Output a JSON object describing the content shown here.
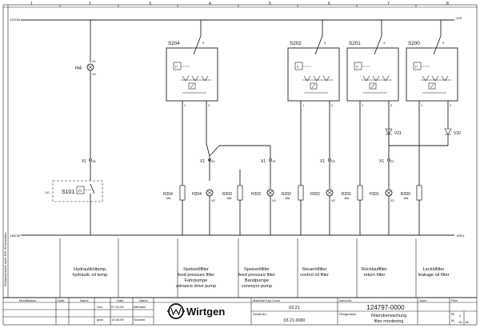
{
  "columns": [
    "1",
    "2",
    "3",
    "4",
    "5",
    "6",
    "7",
    "8"
  ],
  "rails": {
    "top_left": "12S/3A",
    "top_right": "12S",
    "bottom_left": "13R/38",
    "bottom_right": "13R/1"
  },
  "side_text": "Schutzvermerk nach DIN 34 beachten",
  "h4": {
    "label": "H4",
    "pin_top": "X1",
    "pin_bottom": "X2"
  },
  "s101": {
    "label": "S101",
    "ref": "/10",
    "terminal": "X1",
    "terminal_num": "18"
  },
  "pressure_switches": [
    {
      "label": "S204",
      "pin3": "3",
      "pin1": "1",
      "pin2": "2",
      "p": "P"
    },
    {
      "label": "S202",
      "pin3": "3",
      "pin1": "1",
      "pin2": "2",
      "p": "P"
    },
    {
      "label": "S201",
      "pin3": "3",
      "pin1": "1",
      "pin2": "2",
      "p": "P"
    },
    {
      "label": "S200",
      "pin3": "3",
      "pin1": "1",
      "pin2": "2",
      "p": "P"
    }
  ],
  "terminals": [
    {
      "label": "X1",
      "num": "24"
    },
    {
      "label": "X1",
      "num": "19"
    },
    {
      "label": "X1",
      "num": "23"
    },
    {
      "label": "X1",
      "num": "22"
    }
  ],
  "diodes": [
    {
      "label": "V21"
    },
    {
      "label": "V20"
    }
  ],
  "resistors": [
    {
      "label": "R204",
      "value": "18k"
    },
    {
      "label": "R203",
      "value": "18k"
    },
    {
      "label": "R202",
      "value": "18k"
    },
    {
      "label": "R201",
      "value": "18k"
    },
    {
      "label": "R200",
      "value": "18k"
    }
  ],
  "lamps": [
    {
      "label": "H204",
      "pin": "X2"
    },
    {
      "label": "H203",
      "pin": "X2"
    },
    {
      "label": "H202",
      "pin": "X2"
    },
    {
      "label": "H201",
      "pin": "X2"
    }
  ],
  "captions": [
    {
      "lines": [
        "Hydrauliköltemp.",
        "hydraulic oil temp."
      ]
    },
    {
      "lines": [
        "Speiseölfilter",
        "feed pressure filter",
        "Fahrpumpe",
        "advance drive pump"
      ]
    },
    {
      "lines": [
        "Speiseölfilter",
        "feed pressure filter",
        "Bandpumpe",
        "conveyor pump"
      ]
    },
    {
      "lines": [
        "Steuerölfilter",
        "control oil filter"
      ]
    },
    {
      "lines": [
        "Rücklauffilter",
        "return filter"
      ]
    },
    {
      "lines": [
        "Leckölfilter",
        "leakage oil filter"
      ]
    }
  ],
  "title_block": {
    "headers": {
      "modification": "Modifikation",
      "date": "Date",
      "name": "Name",
      "date2": "Date",
      "name2": "Name"
    },
    "drawn_label": "Gez.",
    "checked_label": "gepr.",
    "drawn_date": "07.04.90",
    "drawn_name": "dittmann",
    "checked_date": "10.05.99",
    "checked_name": "Gunther",
    "logo": "Wirtgen",
    "machine_key_label": "Machine Key Code",
    "machine_key": "03.21",
    "serial_label": "Serial-No.",
    "serial": "03.21.0080",
    "ident_label": "Ident-No.",
    "ident": "124797-0000",
    "designation_label": "Designation",
    "designation_de": "Filterüberwachung",
    "designation_en": "filter monitoring",
    "spez_label": "Spez.",
    "plan_label": "Plan",
    "sheet_label": "Bl.",
    "sheet": "4",
    "of_label": "Bl.",
    "of": "18",
    "sheets_unit": "Bl."
  }
}
